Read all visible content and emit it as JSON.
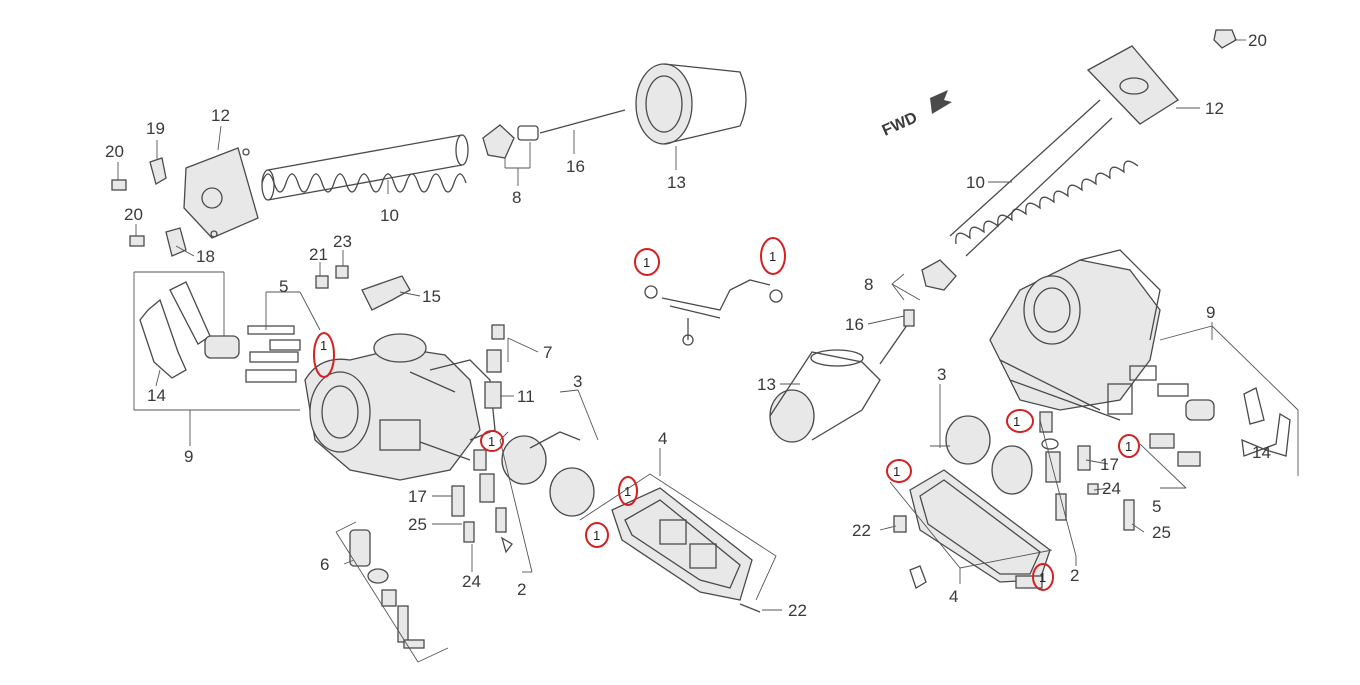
{
  "diagram": {
    "direction_label": "FWD",
    "highlight_color": "#d42020",
    "line_color": "#4a4a4a",
    "label_color": "#3a3a3a",
    "labels": {
      "l20a": "20",
      "l19": "19",
      "l12a": "12",
      "l20b": "20",
      "l18": "18",
      "l10a": "10",
      "l8a": "8",
      "l16a": "16",
      "l13a": "13",
      "l21": "21",
      "l23": "23",
      "l15": "15",
      "l5a": "5",
      "l14a": "14",
      "l9a": "9",
      "l7": "7",
      "l11": "11",
      "l3a": "3",
      "l4a": "4",
      "l17a": "17",
      "l25a": "25",
      "l24a": "24",
      "l2a": "2",
      "l6": "6",
      "l22a": "22",
      "l20c": "20",
      "l12b": "12",
      "l10b": "10",
      "l8b": "8",
      "l16b": "16",
      "l13b": "13",
      "l9b": "9",
      "l3b": "3",
      "l17b": "17",
      "l24b": "24",
      "l5b": "5",
      "l14b": "14",
      "l25b": "25",
      "l22b": "22",
      "l2b": "2",
      "l4b": "4"
    },
    "marker_text": "1"
  }
}
